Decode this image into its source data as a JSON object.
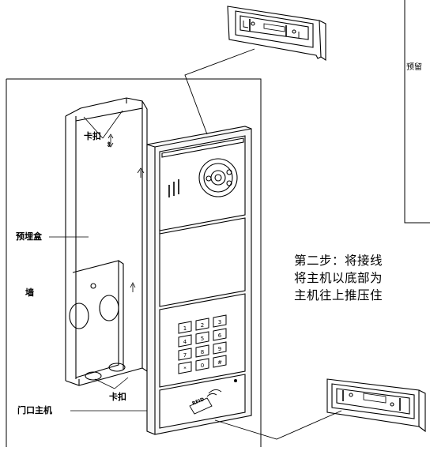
{
  "labels": {
    "clip_top": "卡扣",
    "clip_top_arrow": "⇕",
    "embedded_box": "预埋盒",
    "wall": "墙",
    "clip_bottom": "卡扣",
    "door_unit": "门口主机",
    "top_right_cut": "预留"
  },
  "instructions": {
    "line1": "第二步：将接线",
    "line2": "将主机以底部为",
    "line3": "主机往上推压住"
  },
  "keypad": {
    "keys": [
      "1",
      "2",
      "3",
      "4",
      "5",
      "6",
      "7",
      "8",
      "9",
      "*",
      "0",
      "#"
    ]
  },
  "card_reader": {
    "brand": "RFID"
  },
  "colors": {
    "line": "#000000",
    "panel_fill": "#f7f7f7"
  }
}
